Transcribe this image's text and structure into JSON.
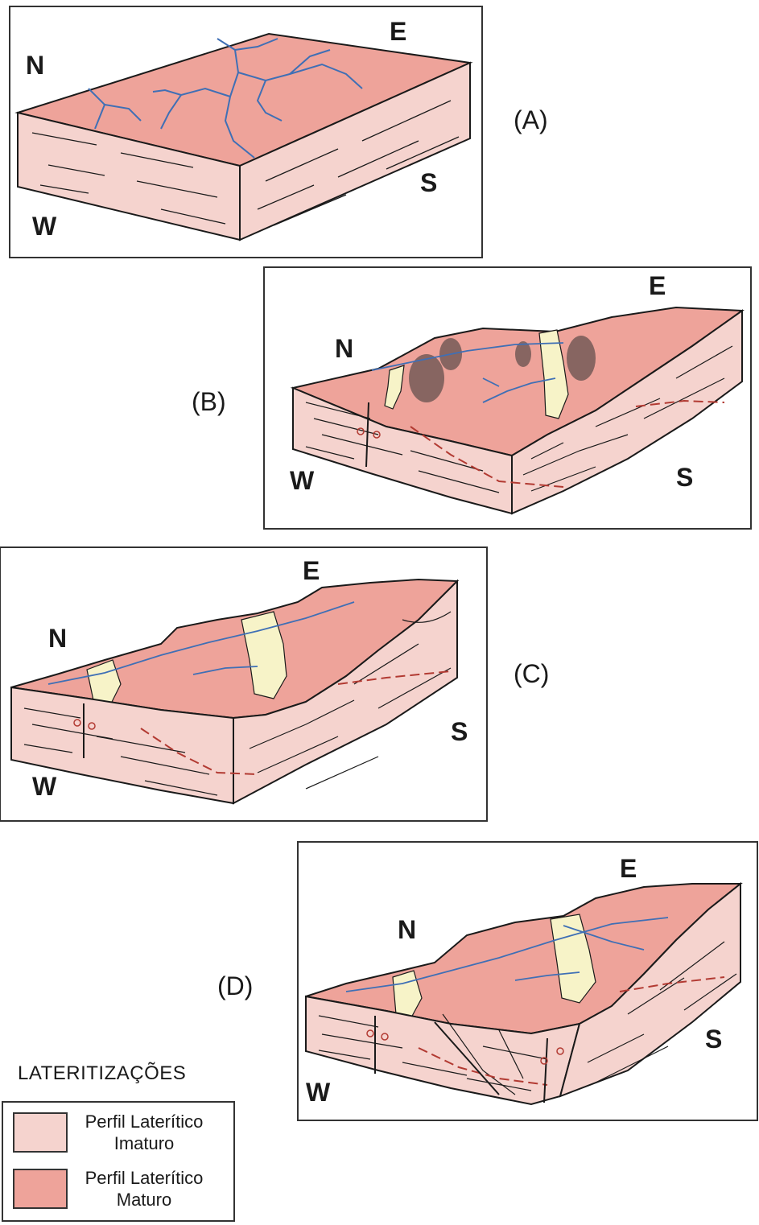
{
  "colors": {
    "immature": "#f5d3ce",
    "mature": "#eea39a",
    "river": "#3f6fb5",
    "fault": "#b23a32",
    "valley_fill": "#f7f3c8",
    "outline": "#1a1a1a"
  },
  "panels": [
    {
      "id": "A",
      "label": "(A)",
      "compass": {
        "north": "N",
        "east": "E",
        "south": "S",
        "west": "W"
      }
    },
    {
      "id": "B",
      "label": "(B)",
      "compass": {
        "north": "N",
        "east": "E",
        "south": "S",
        "west": "W"
      }
    },
    {
      "id": "C",
      "label": "(C)",
      "compass": {
        "north": "N",
        "east": "E",
        "south": "S",
        "west": "W"
      }
    },
    {
      "id": "D",
      "label": "(D)",
      "compass": {
        "north": "N",
        "east": "E",
        "south": "S",
        "west": "W"
      }
    }
  ],
  "legend": {
    "title": "LATERITIZAÇÕES",
    "items": [
      {
        "label_line1": "Perfil Laterítico",
        "label_line2": "Imaturo"
      },
      {
        "label_line1": "Perfil Laterítico",
        "label_line2": "Maturo"
      }
    ]
  }
}
